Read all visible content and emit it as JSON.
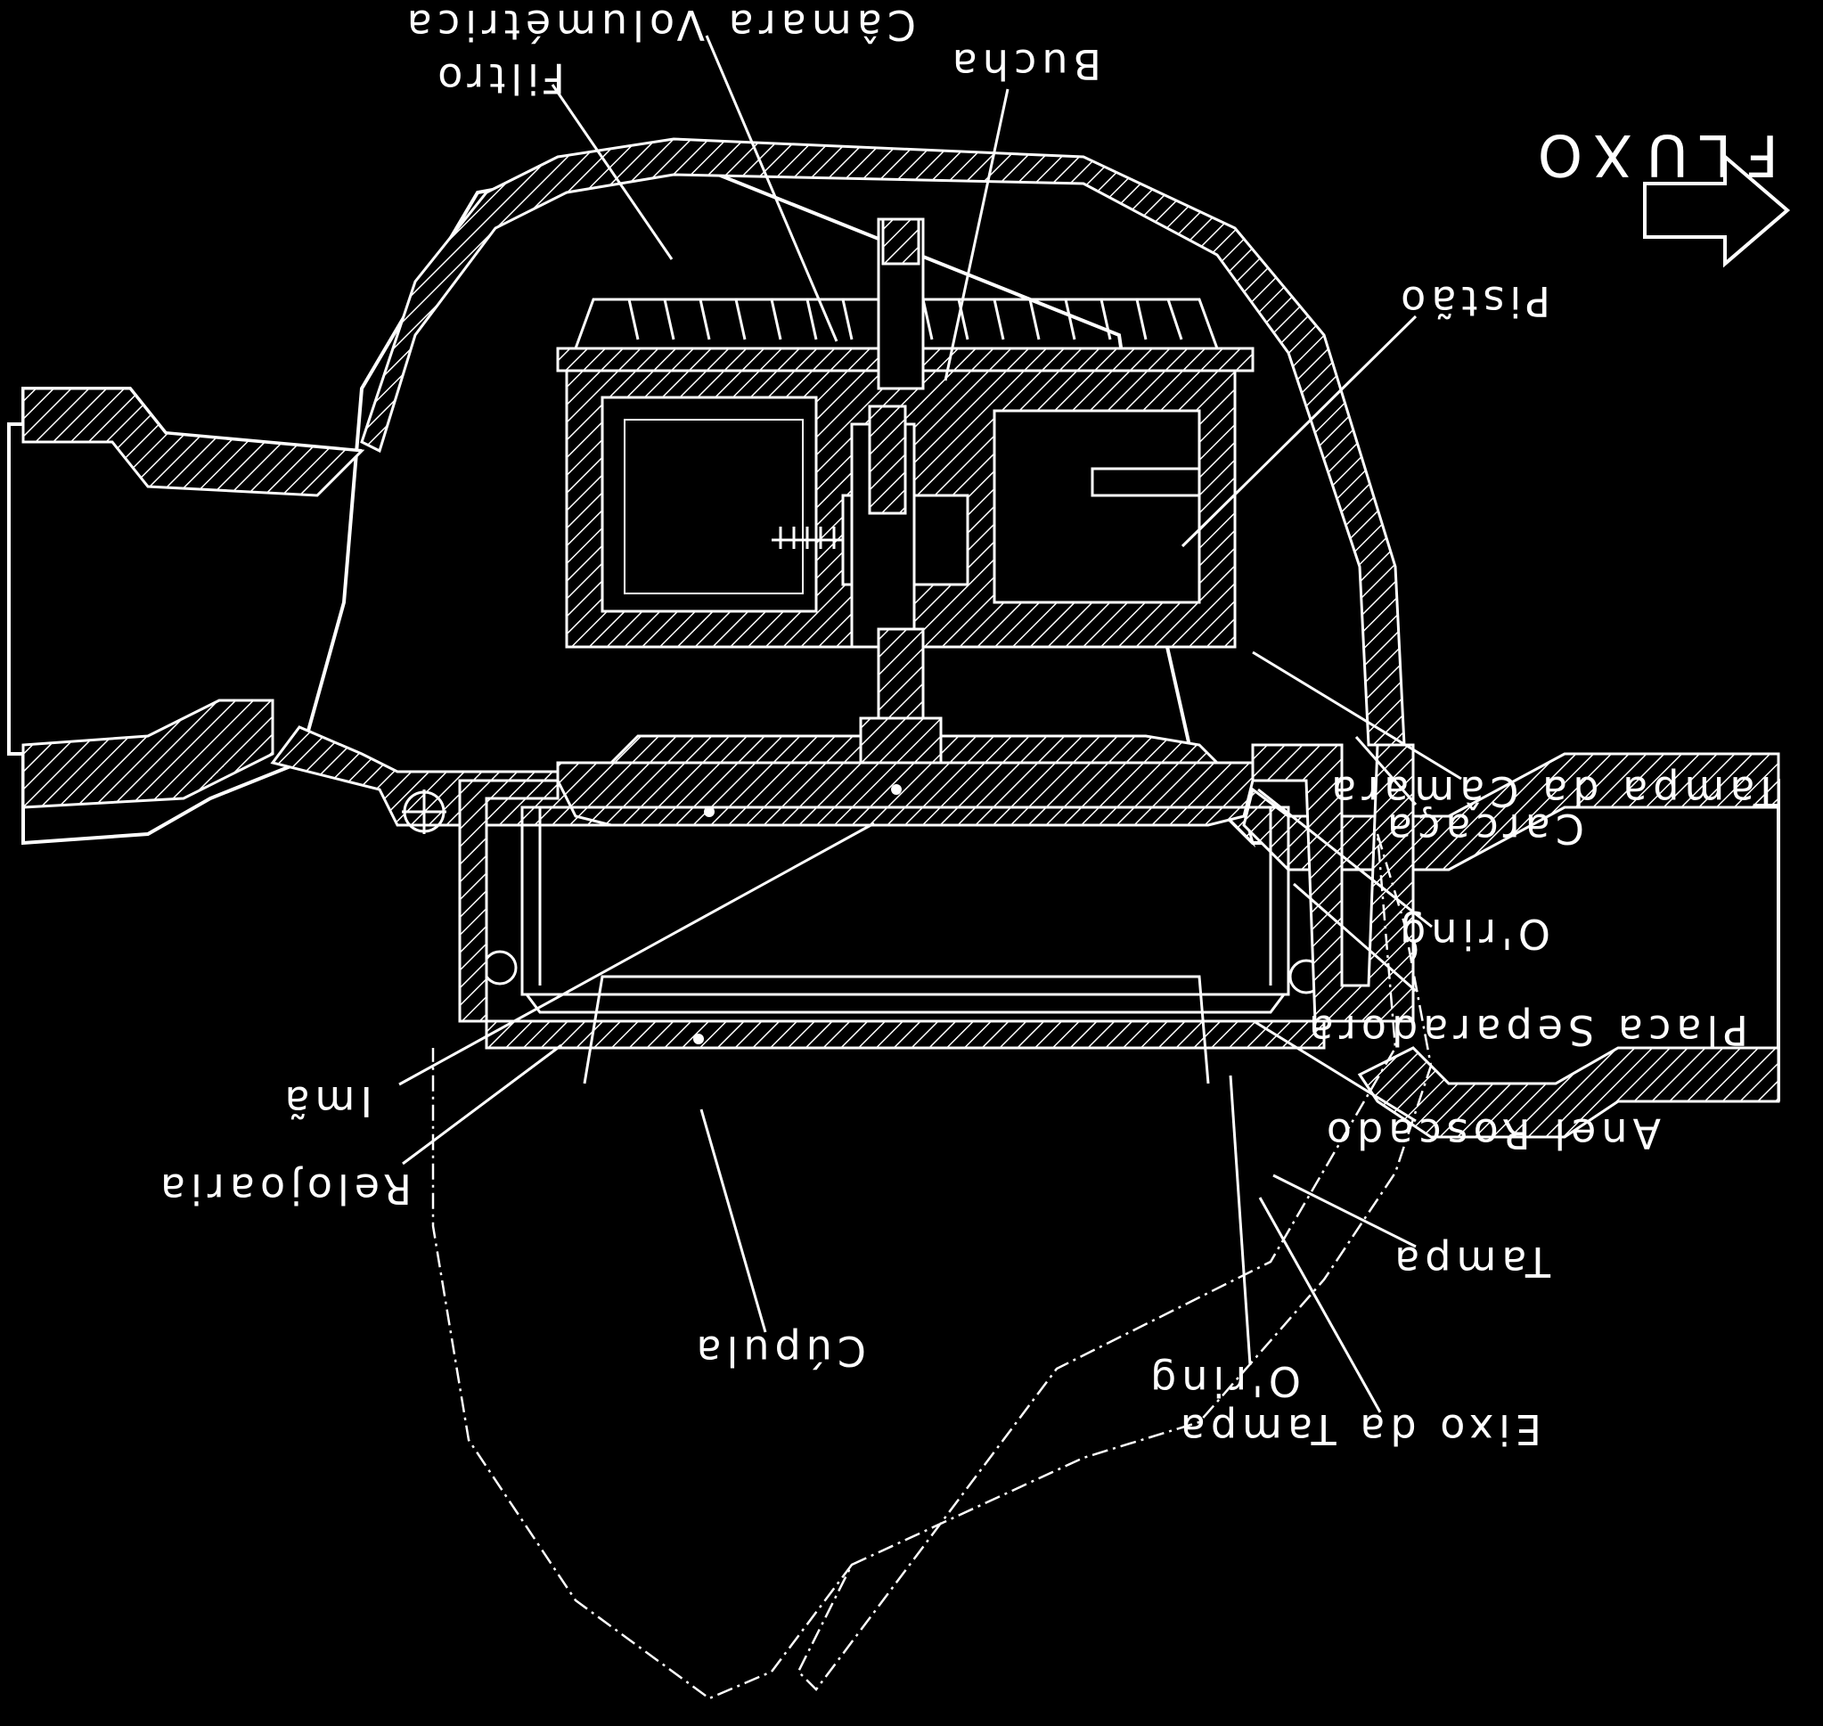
{
  "diagram": {
    "flow_label": "FLUXO",
    "labels": {
      "camara_volumetrica": "Câmara Volumétrica",
      "filtro": "Filtro",
      "bucha": "Bucha",
      "pistao": "Pistão",
      "tampa_da_camara": "Tampa da Câmara",
      "carcaca": "Carcaça",
      "o_ring_1": "O'ring",
      "placa_separadora": "Placa Separadora",
      "anel_roscado": "Anel Roscado",
      "tampa": "Tampa",
      "eixo_da_tampa": "Eixo da Tampa",
      "o_ring_2": "O'ring",
      "cupula": "Cúpula",
      "relojoaria": "Relojoaria",
      "ima": "Imã"
    },
    "colors": {
      "background": "#000000",
      "lines": "#ffffff"
    },
    "orientation": "rotated-180"
  }
}
